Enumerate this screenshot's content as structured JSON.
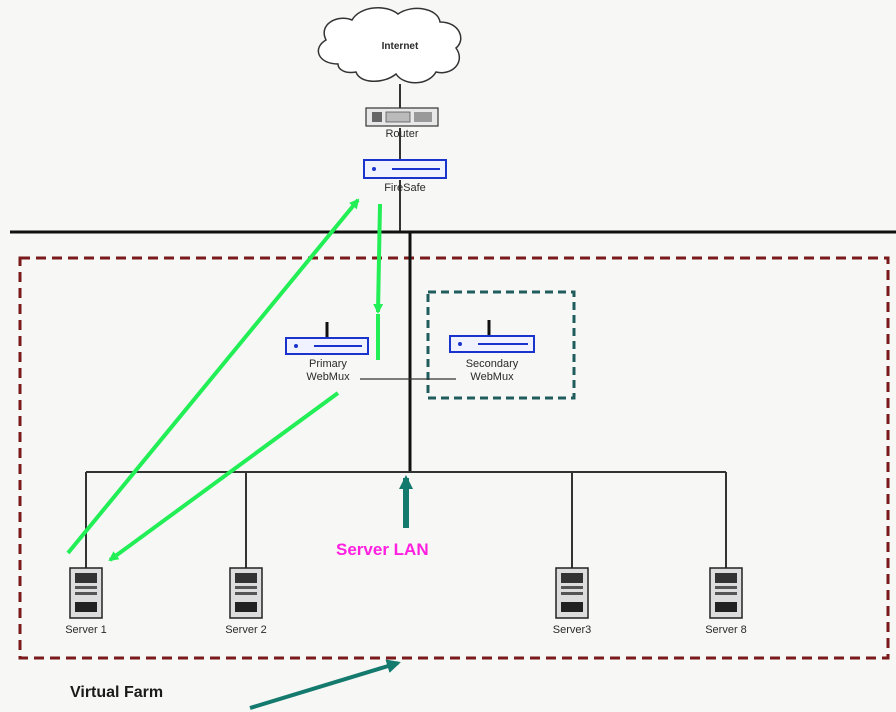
{
  "diagram": {
    "internet": "Internet",
    "router": "Router",
    "firewall": "FireSafe",
    "primary": "Primary WebMux",
    "secondary": "Secondary WebMux",
    "server_lan": "Server LAN",
    "virtual_farm": "Virtual Farm",
    "servers": [
      "Server 1",
      "Server 2",
      "Server3",
      "Server 8"
    ]
  },
  "colors": {
    "flow_arrow": "#22ee55",
    "farm_border": "#7a1a1a",
    "secondary_border": "#1f5d5d",
    "pointer_arrow": "#147a6e",
    "server_lan_text": "#ff20e0",
    "device_blue": "#1a33cc"
  }
}
